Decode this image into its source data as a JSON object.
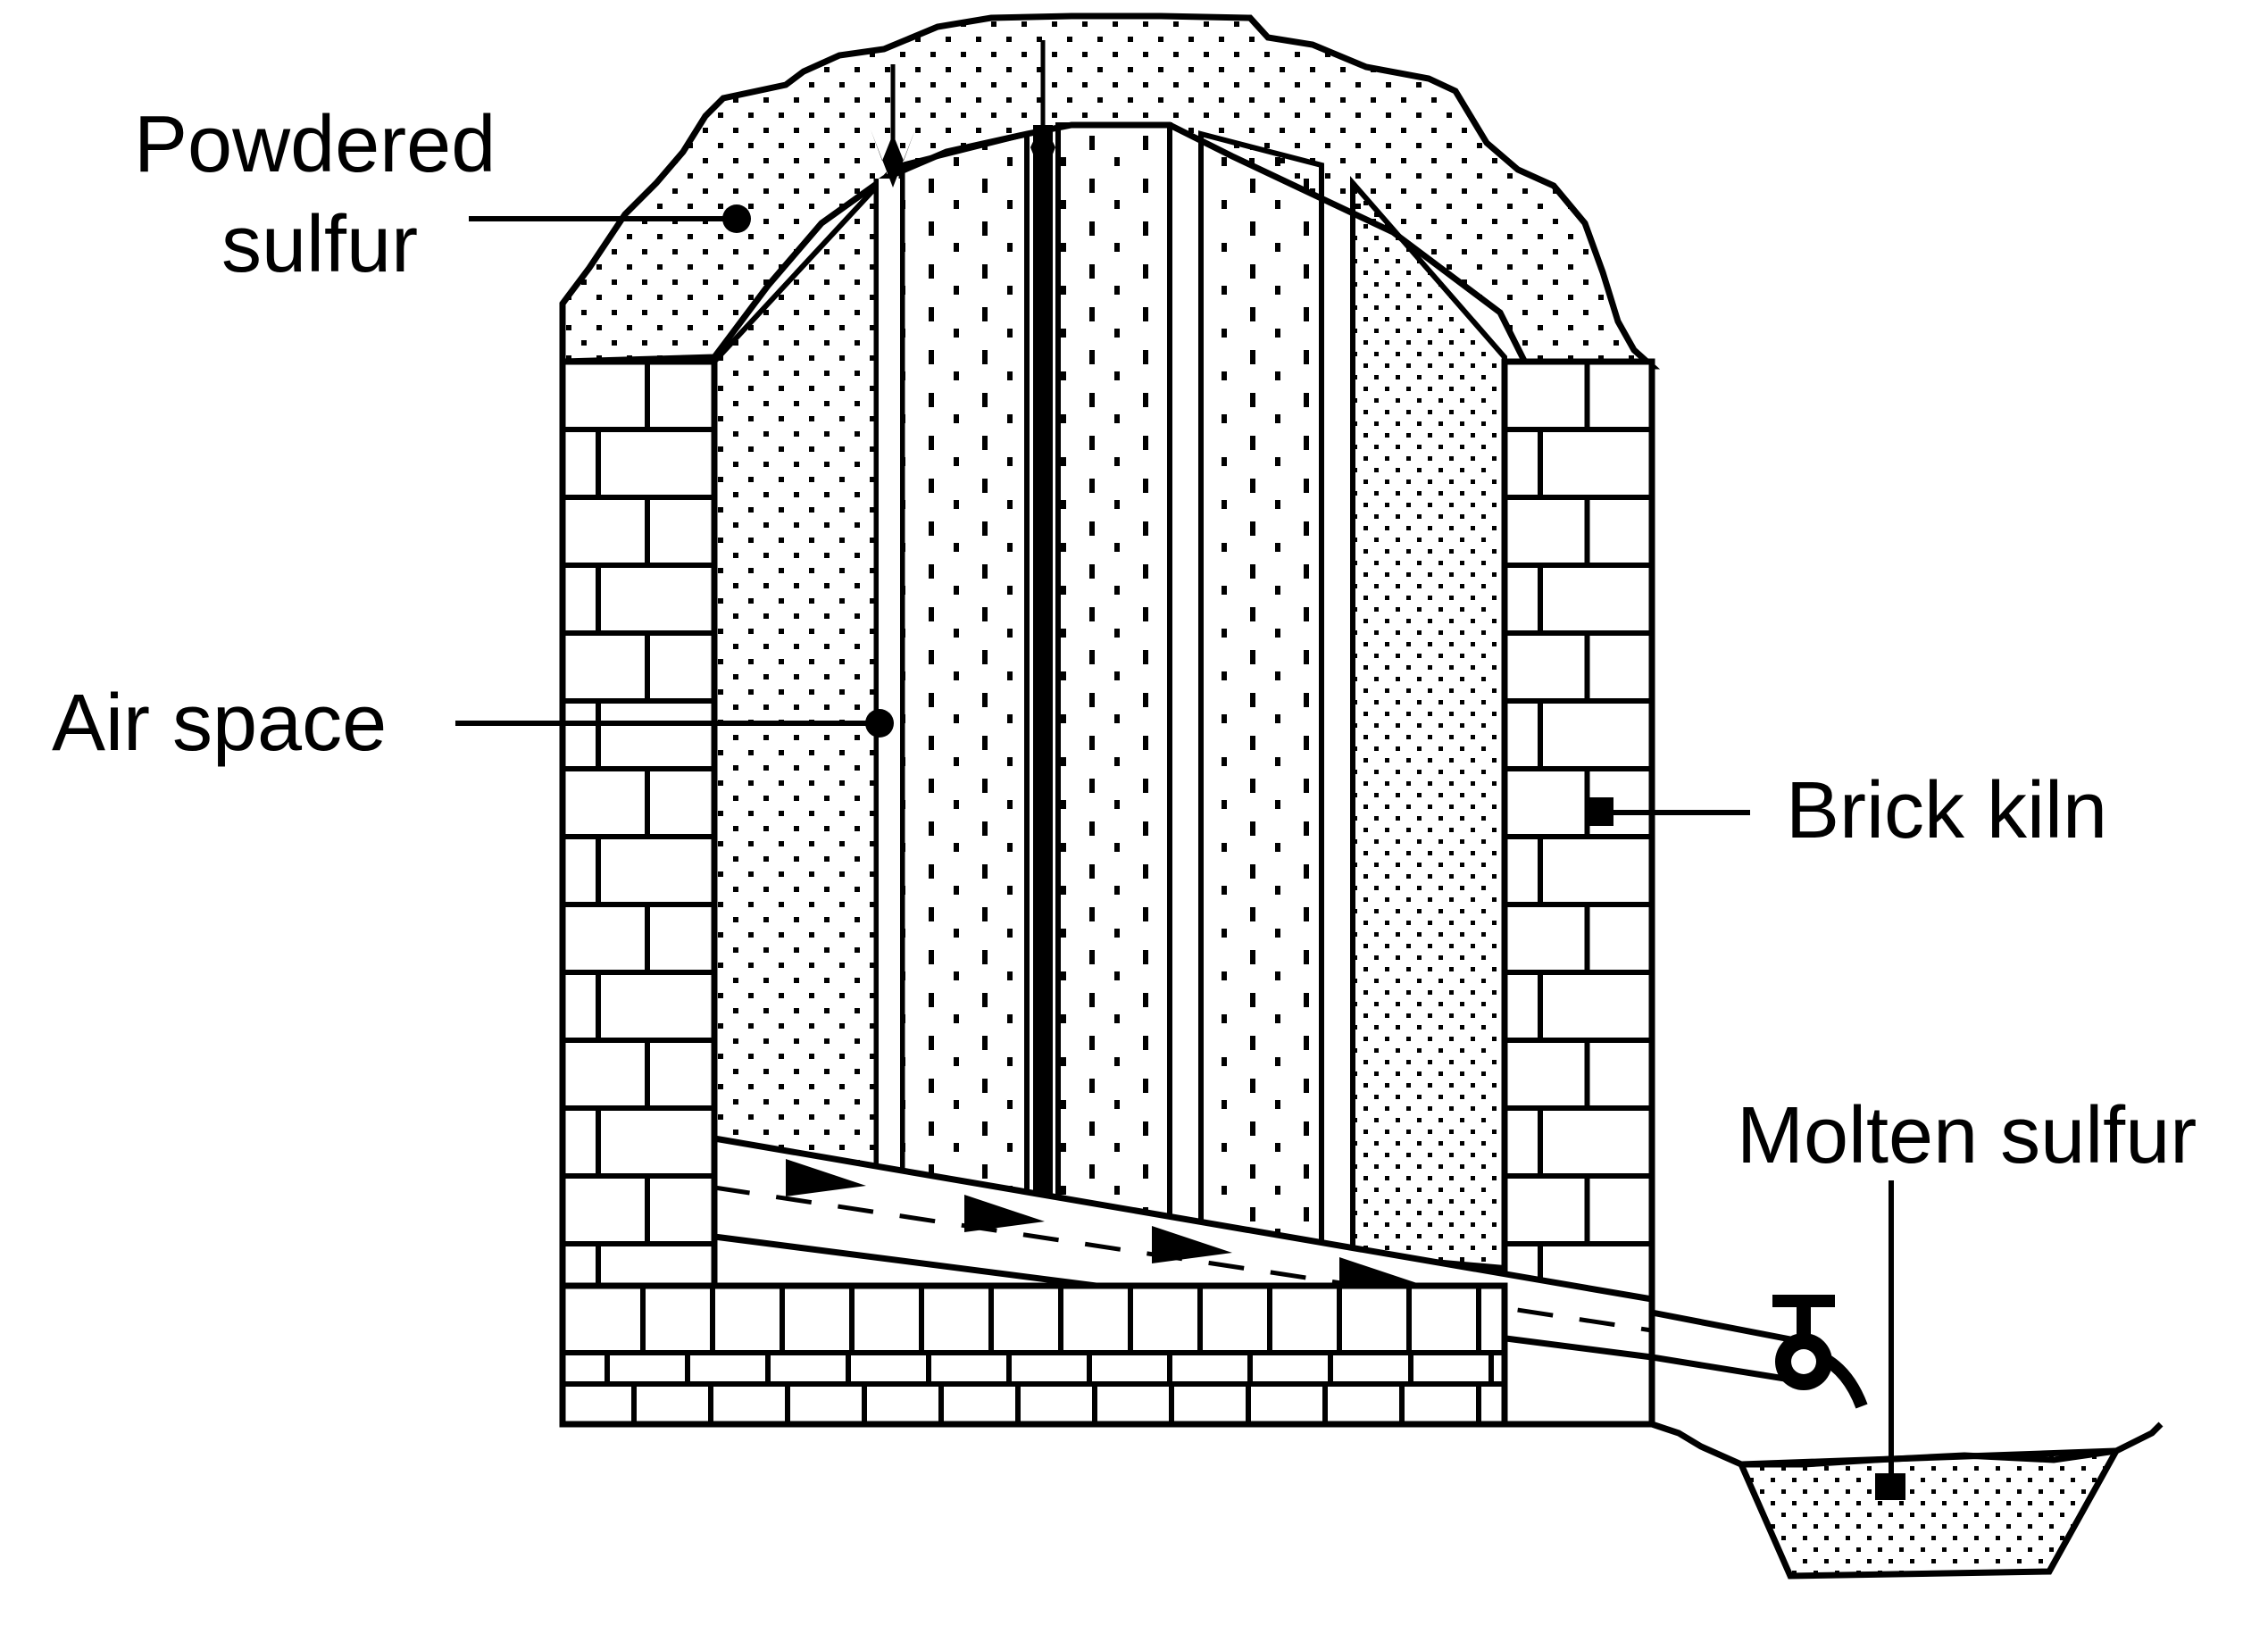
{
  "labels": {
    "powdered_sulfur_line1": "Powdered",
    "powdered_sulfur_line2": "sulfur",
    "air_space": "Air space",
    "brick_kiln": "Brick kiln",
    "molten_sulfur": "Molten sulfur"
  },
  "colors": {
    "ink": "#000000",
    "background": "#ffffff"
  }
}
